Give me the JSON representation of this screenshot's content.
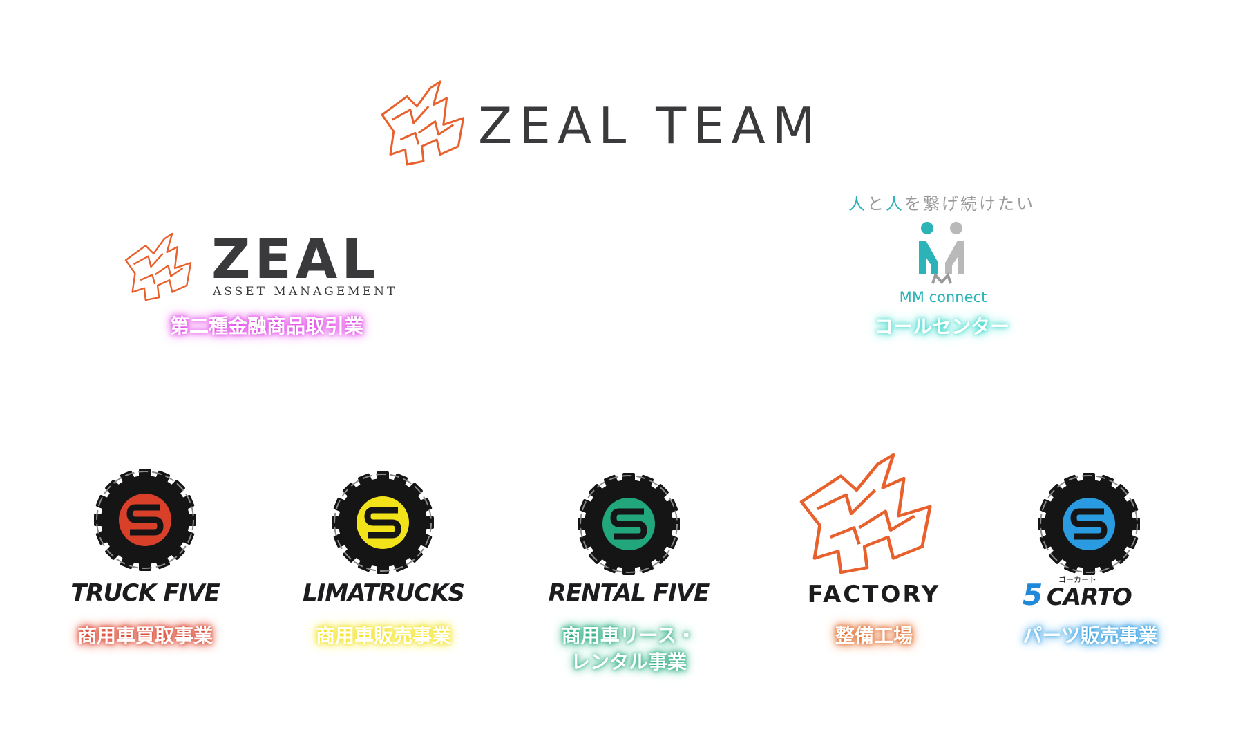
{
  "header": {
    "brand": "ZEAL TEAM"
  },
  "top_left": {
    "brand": "ZEAL",
    "subtitle": "ASSET MANAGEMENT",
    "label": "第二種金融商品取引業",
    "glow_color": "#e040e6"
  },
  "top_right": {
    "tagline_parts": [
      "人",
      "と",
      "人",
      "を繋げ続けたい"
    ],
    "brand": "MM connect",
    "label": "コールセンター",
    "glow_color": "#2ed6c8"
  },
  "businesses": [
    {
      "name": "TRUCK FIVE",
      "label": "商用車買取事業",
      "accent": "#d8402a",
      "icon": "tire-s-icon"
    },
    {
      "name": "LIMATRUCKS",
      "label": "商用車販売事業",
      "accent": "#f2e21a",
      "icon": "tire-s-icon"
    },
    {
      "name": "RENTAL FIVE",
      "label_line1": "商用車リース・",
      "label_line2": "レンタル事業",
      "accent": "#22a67c",
      "icon": "tire-s-icon"
    },
    {
      "name": "FACTORY",
      "label": "整備工場",
      "accent": "#e06a2c",
      "icon": "zeal-emblem-icon"
    },
    {
      "name": "CARTO",
      "prefix": "5",
      "ruby": "ゴーカート",
      "label": "パーツ販売事業",
      "accent": "#2a9be0",
      "icon": "tire-s-icon"
    }
  ],
  "colors": {
    "orange": "#e8602c",
    "dark": "#3a3a3c",
    "teal": "#2bb3b8"
  }
}
